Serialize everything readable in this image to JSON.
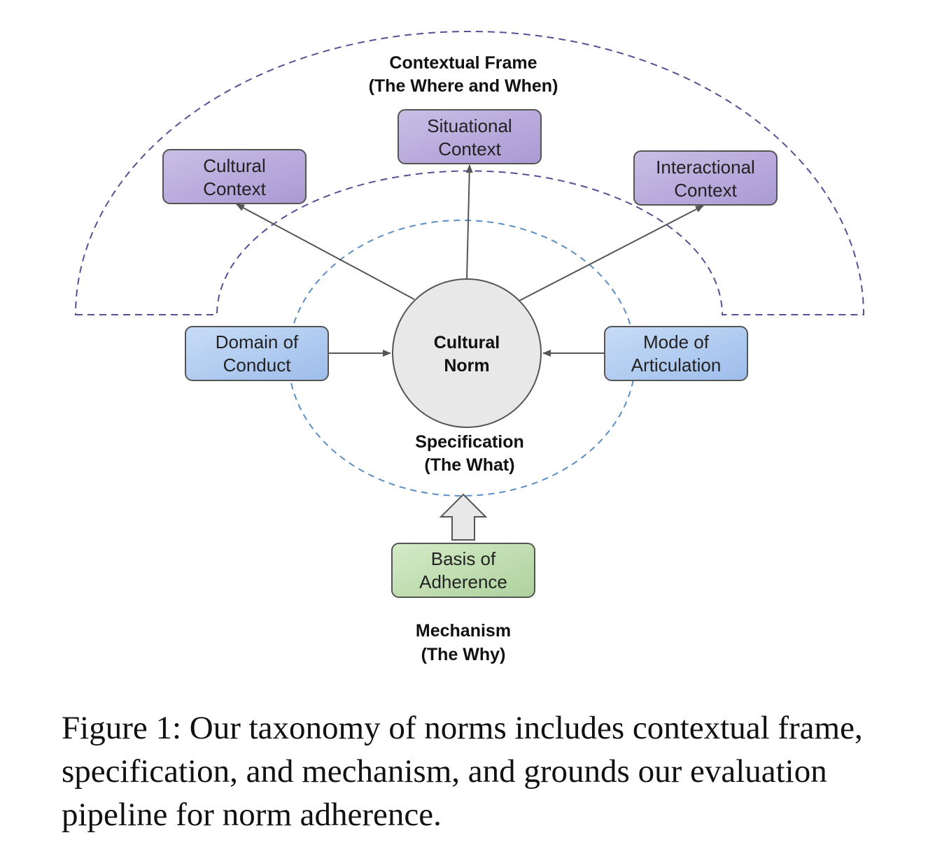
{
  "frame": {
    "title_line1": "Contextual Frame",
    "title_line2": "(The Where and When)"
  },
  "boxes": {
    "cultural_context": {
      "line1": "Cultural",
      "line2": "Context",
      "color": "#b9acd9"
    },
    "situational_context": {
      "line1": "Situational",
      "line2": "Context",
      "color": "#b9acd9"
    },
    "interactional_context": {
      "line1": "Interactional",
      "line2": "Context",
      "color": "#b9acd9"
    },
    "domain_of_conduct": {
      "line1": "Domain of",
      "line2": "Conduct",
      "color": "#b5cdf0"
    },
    "mode_of_articulation": {
      "line1": "Mode of",
      "line2": "Articulation",
      "color": "#b5cdf0"
    },
    "basis_of_adherence": {
      "line1": "Basis of",
      "line2": "Adherence",
      "color": "#bfdcb1"
    }
  },
  "center": {
    "line1": "Cultural",
    "line2": "Norm"
  },
  "specification": {
    "line1": "Specification",
    "line2": "(The What)"
  },
  "mechanism": {
    "line1": "Mechanism",
    "line2": "(The Why)"
  },
  "caption": "Figure 1: Our taxonomy of norms includes contextual frame, specification, and mechanism, and grounds our evaluation pipeline for norm adherence.",
  "colors": {
    "frame_dash": "#5a4f96",
    "spec_dash": "#5b8fc4",
    "arrow": "#555555",
    "center_fill": "#e8e8e8"
  }
}
